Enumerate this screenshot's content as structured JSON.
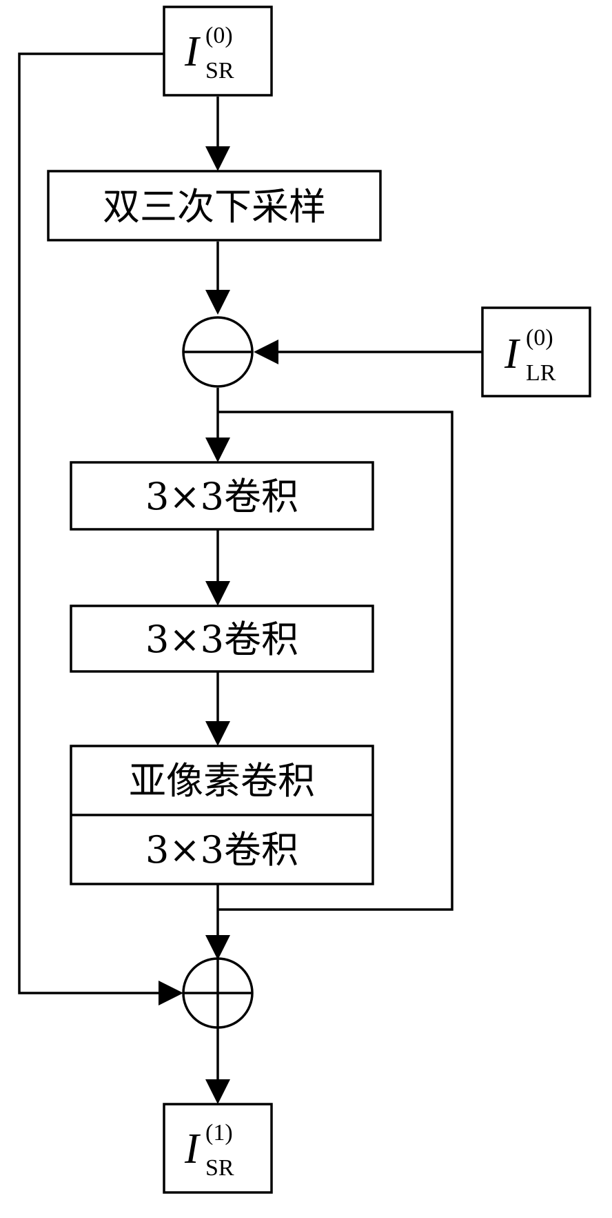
{
  "input_sr": {
    "main": "I",
    "sup": "(0)",
    "sub": "SR"
  },
  "input_lr": {
    "main": "I",
    "sup": "(0)",
    "sub": "LR"
  },
  "output_sr": {
    "main": "I",
    "sup": "(1)",
    "sub": "SR"
  },
  "blocks": {
    "downsample": "双三次下采样",
    "conv1": "3×3卷积",
    "conv2": "3×3卷积",
    "subpixel": "亚像素卷积",
    "conv3": "3×3卷积"
  },
  "operators": {
    "subtract": "minus",
    "add": "plus"
  }
}
